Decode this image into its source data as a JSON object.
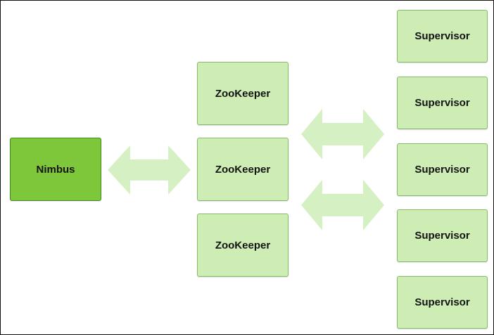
{
  "nodes": {
    "nimbus": {
      "label": "Nimbus"
    },
    "zookeepers": [
      {
        "label": "ZooKeeper"
      },
      {
        "label": "ZooKeeper"
      },
      {
        "label": "ZooKeeper"
      }
    ],
    "supervisors": [
      {
        "label": "Supervisor"
      },
      {
        "label": "Supervisor"
      },
      {
        "label": "Supervisor"
      },
      {
        "label": "Supervisor"
      },
      {
        "label": "Supervisor"
      }
    ]
  },
  "colors": {
    "nimbus_fill": "#7ec63a",
    "node_fill": "#cdedb4",
    "arrow_fill": "#d5f0c3",
    "border": "#111111"
  }
}
